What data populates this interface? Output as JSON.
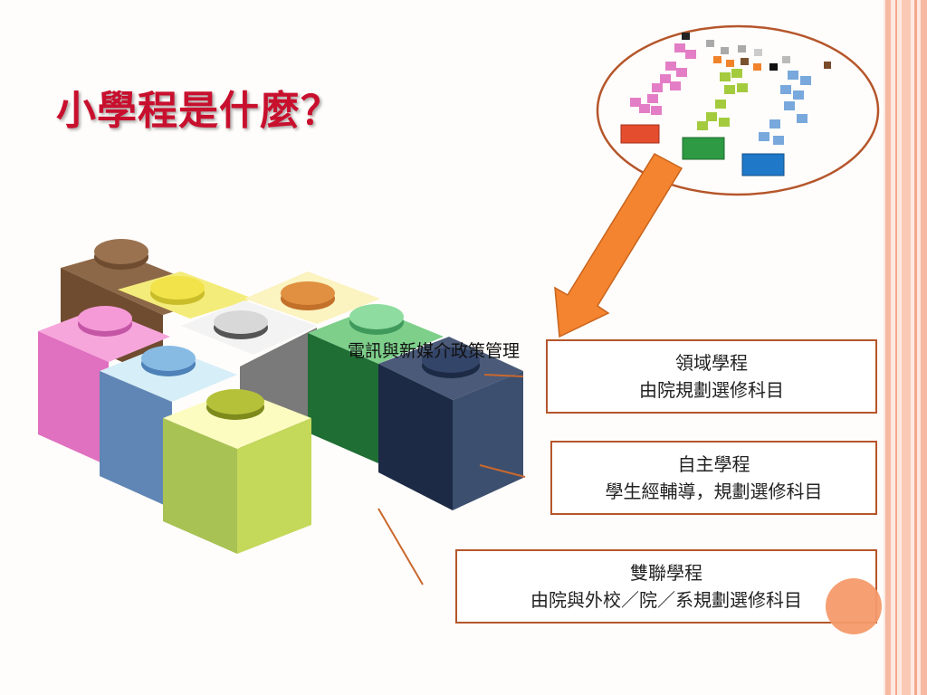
{
  "slide": {
    "title": "小學程是什麼？",
    "caption": "電訊與新媒介政策管理"
  },
  "tracks": [
    {
      "name": "領域學程",
      "description": "由院規劃選修科目"
    },
    {
      "name": "自主學程",
      "description": "學生經輔導，規劃選修科目"
    },
    {
      "name": "雙聯學程",
      "description": "由院與外校／院／系規劃選修科目"
    }
  ],
  "colors": {
    "title": "#c8102e",
    "box_border": "#b5562b",
    "arrow": "#f4842f",
    "stripe": "#f7b9a1",
    "connector": "#c9682e"
  }
}
